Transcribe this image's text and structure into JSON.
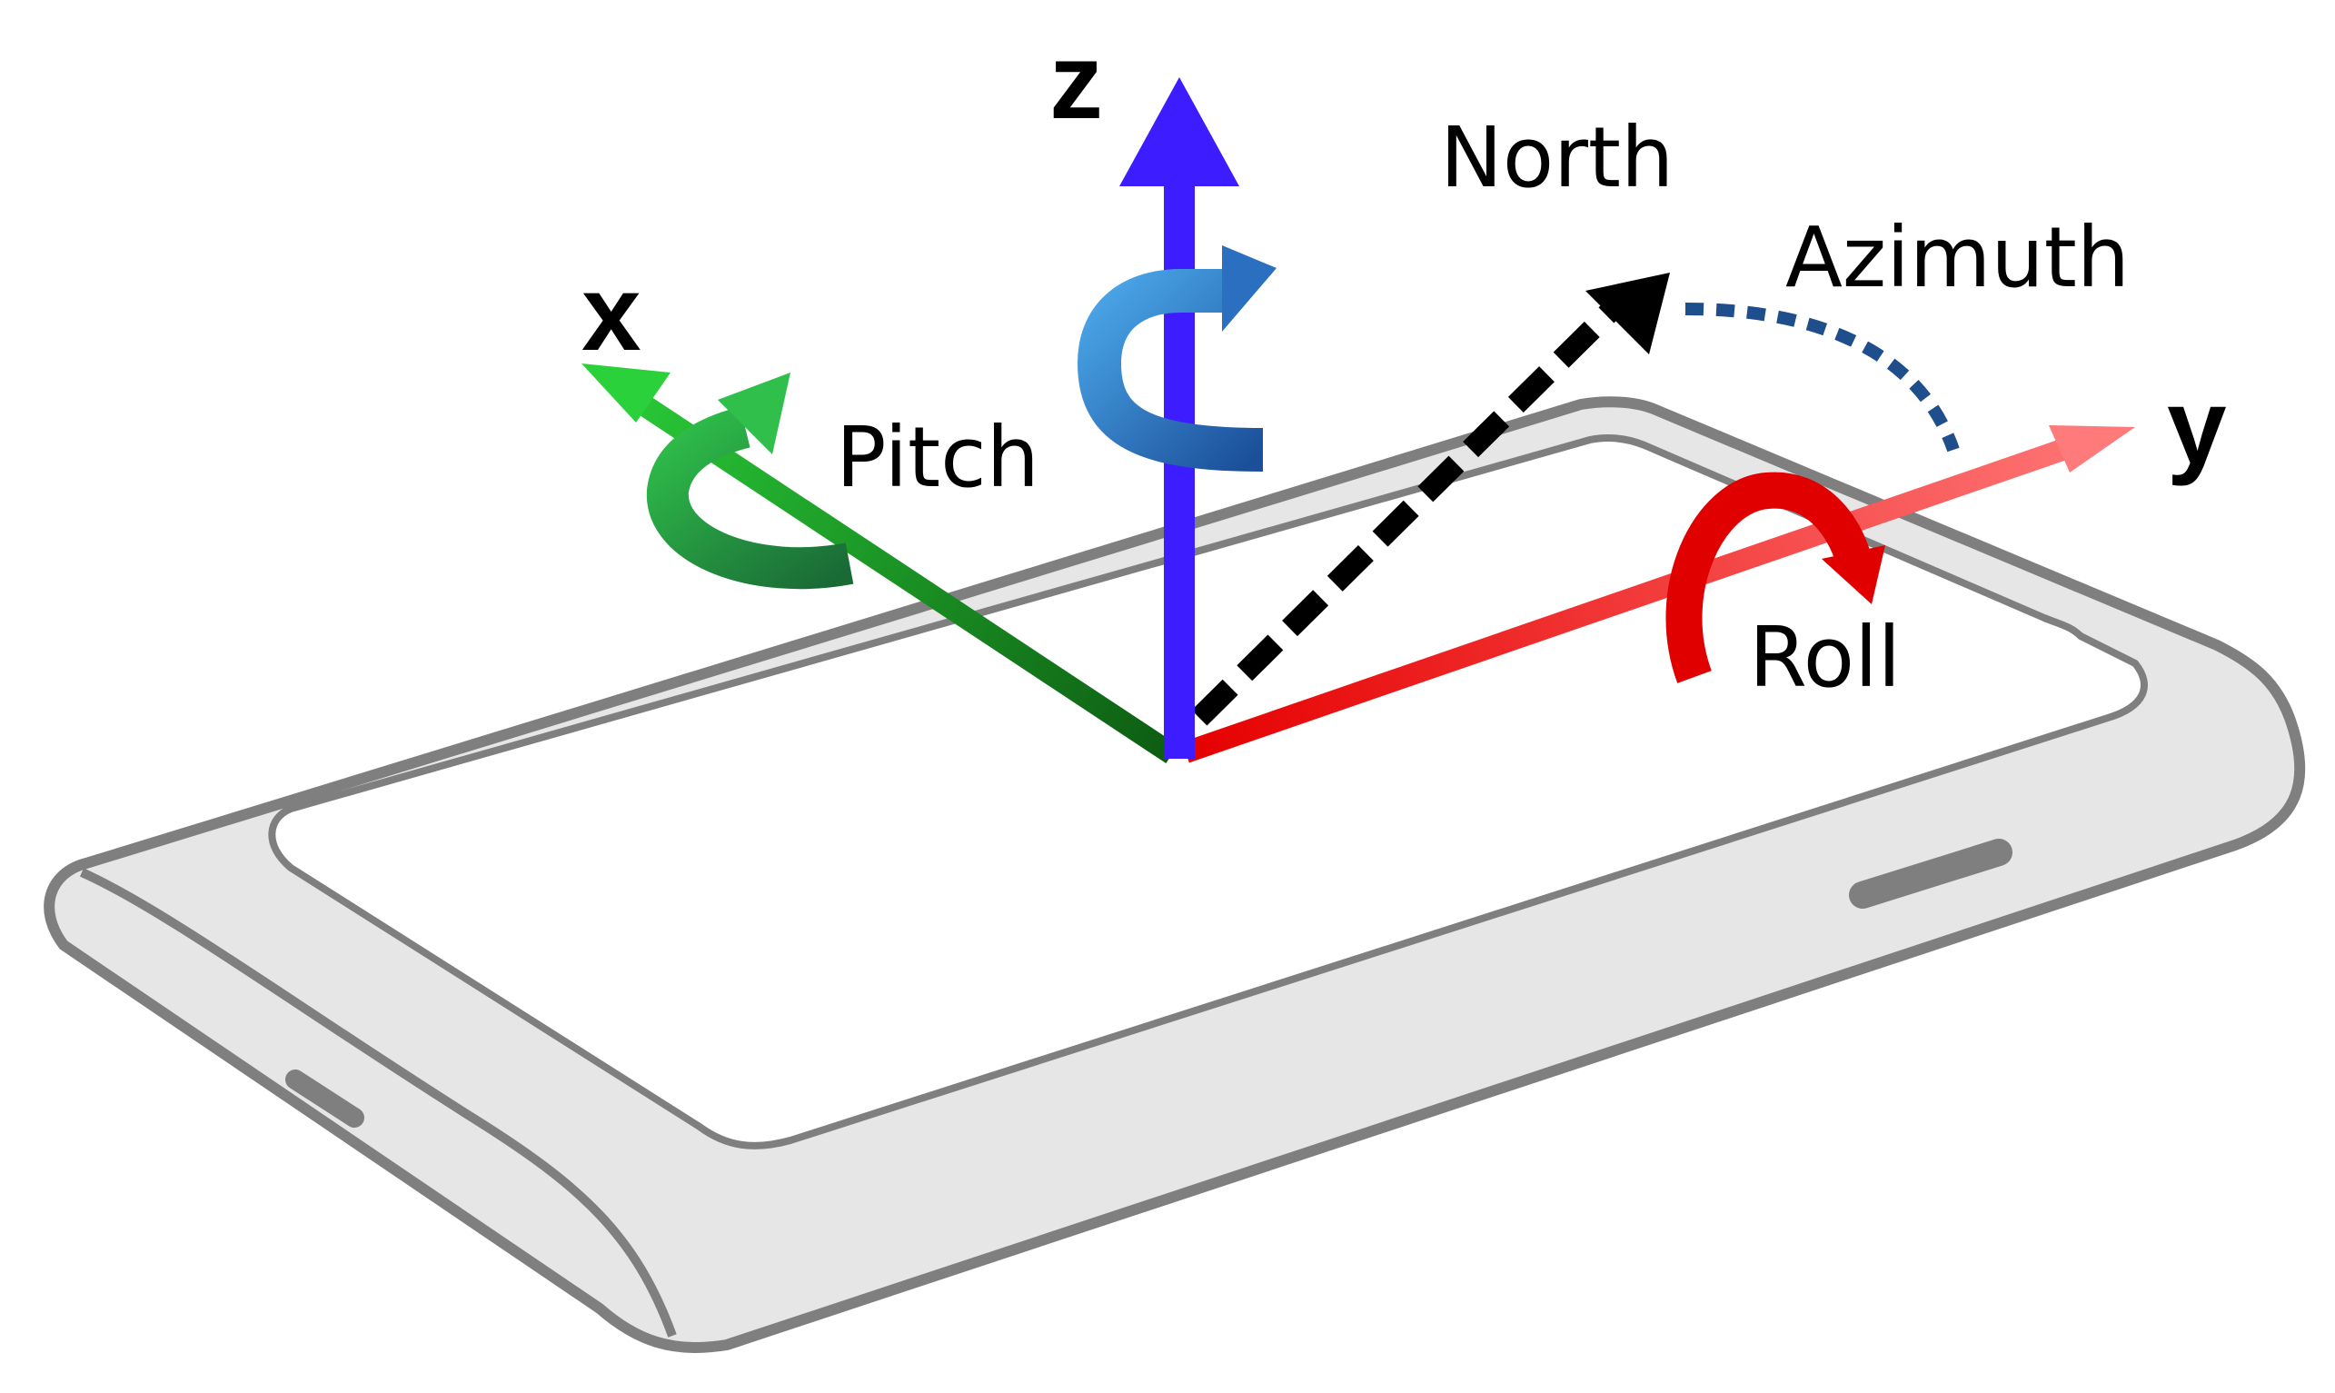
{
  "labels": {
    "z_axis": "z",
    "x_axis": "x",
    "y_axis": "y",
    "north": "North",
    "azimuth": "Azimuth",
    "pitch": "Pitch",
    "roll": "Roll"
  },
  "colors": {
    "z_axis": "#3d1dff",
    "x_axis": "#1a9e1a",
    "y_axis": "#ff2020",
    "north": "#000000",
    "azimuth_dots": "#1f4e8c",
    "z_rotation": "#2a6fc0",
    "pitch_rotation": "#1f8a3c",
    "roll_rotation": "#e00000",
    "phone_body": "#e6e6e6",
    "phone_outline": "#7f7f7f",
    "screen": "#ffffff"
  }
}
